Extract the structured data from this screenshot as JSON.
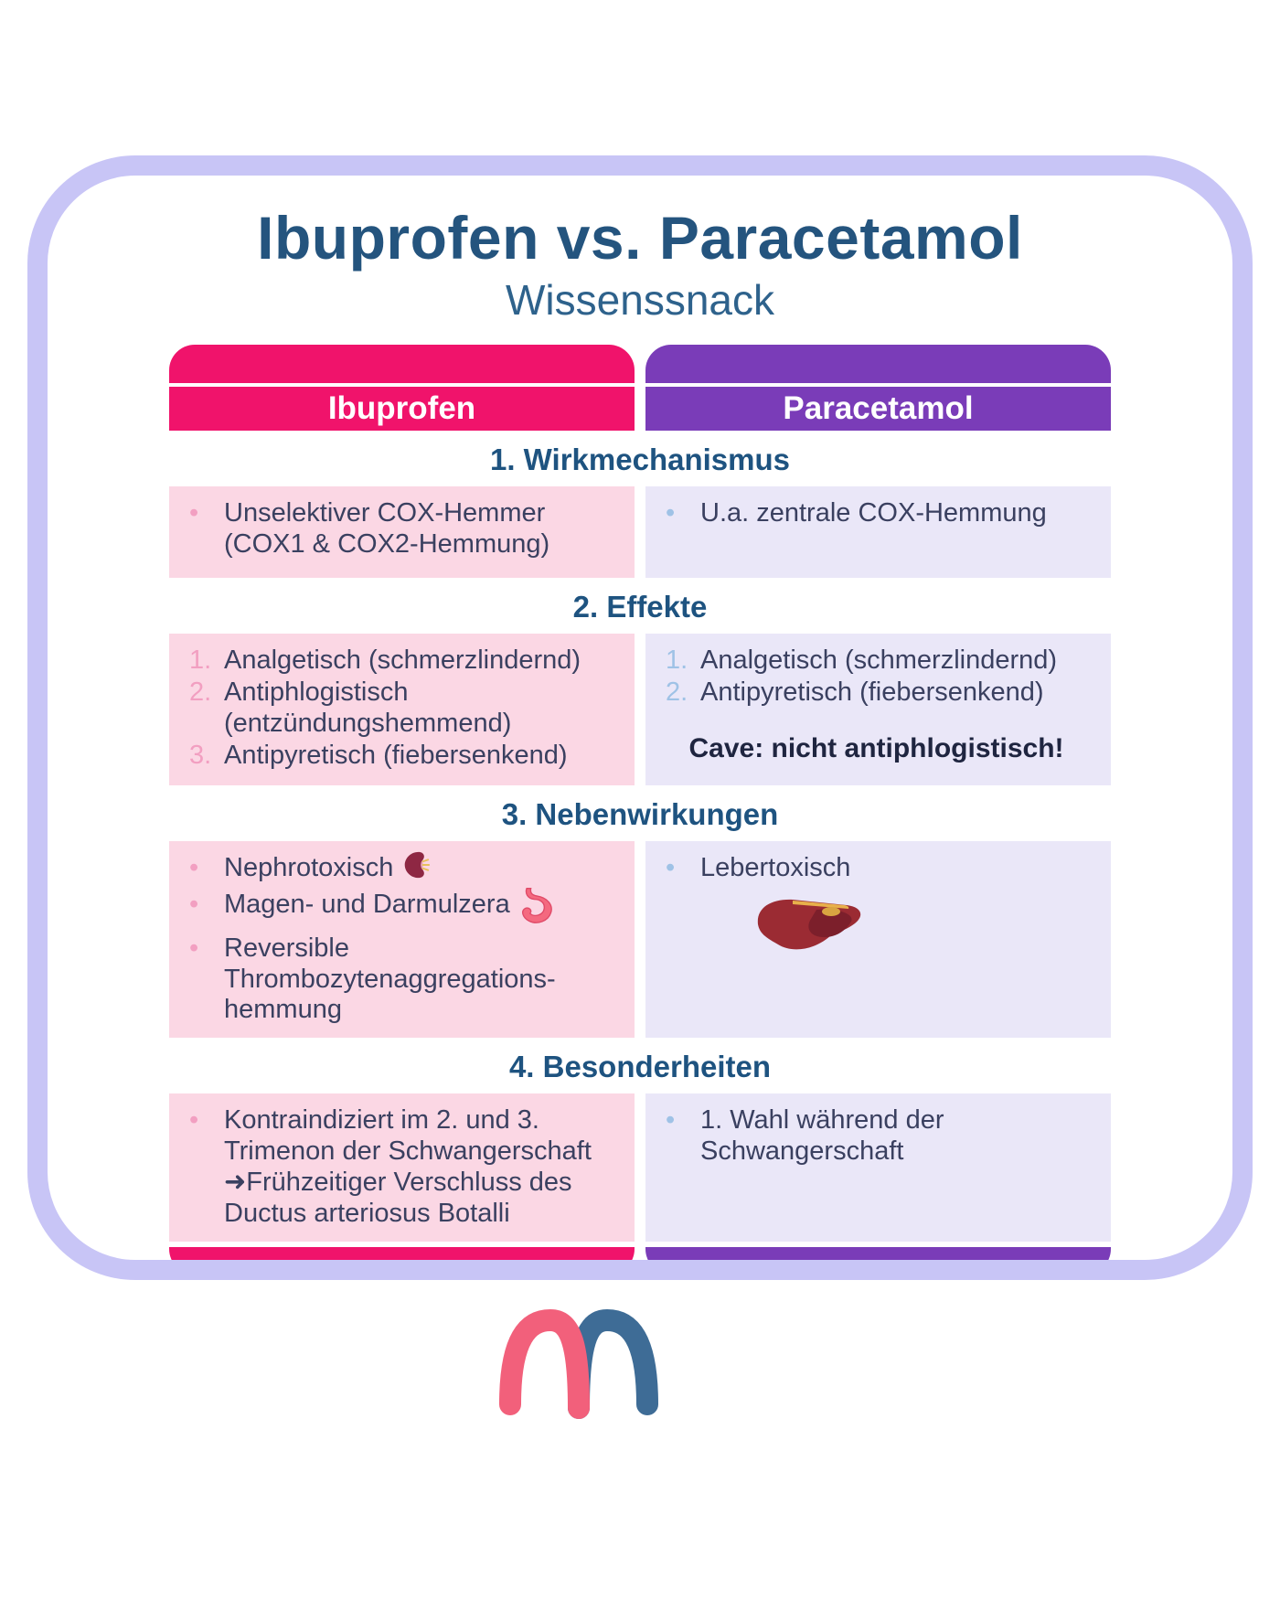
{
  "title": "Ibuprofen vs. Paracetamol",
  "subtitle": "Wissenssnack",
  "columns": {
    "left_header": "Ibuprofen",
    "right_header": "Paracetamol"
  },
  "sections": [
    {
      "title": "1. Wirkmechanismus",
      "left_items": [
        {
          "marker": "•",
          "text": "Unselektiver COX-Hemmer (COX1 & COX2-Hemmung)"
        }
      ],
      "right_items": [
        {
          "marker": "•",
          "text": "U.a. zentrale COX-Hemmung"
        }
      ]
    },
    {
      "title": "2. Effekte",
      "left_items": [
        {
          "marker": "1.",
          "text": "Analgetisch (schmerzlindernd)"
        },
        {
          "marker": "2.",
          "text": "Antiphlogistisch (entzündungshemmend)"
        },
        {
          "marker": "3.",
          "text": "Antipyretisch (fiebersenkend)"
        }
      ],
      "right_items": [
        {
          "marker": "1.",
          "text": "Analgetisch (schmerzlindernd)"
        },
        {
          "marker": "2.",
          "text": "Antipyretisch (fiebersenkend)"
        }
      ],
      "right_note": "Cave: nicht antiphlogistisch!"
    },
    {
      "title": "3. Nebenwirkungen",
      "left_items": [
        {
          "marker": "•",
          "text": "Nephrotoxisch",
          "icon": "kidney-icon"
        },
        {
          "marker": "•",
          "text": "Magen- und Darmulzera",
          "icon": "stomach-icon"
        },
        {
          "marker": "•",
          "text": "Reversible Thrombozytenaggregations-hemmung"
        }
      ],
      "right_items": [
        {
          "marker": "•",
          "text": "Lebertoxisch"
        }
      ],
      "right_icon": "liver-icon"
    },
    {
      "title": "4. Besonderheiten",
      "left_items": [
        {
          "marker": "•",
          "text": "Kontraindiziert im 2. und 3. Trimenon der Schwangerschaft ➜Frühzeitiger Verschluss des Ductus arteriosus Botalli"
        }
      ],
      "right_items": [
        {
          "marker": "•",
          "text": "1. Wahl während der Schwangerschaft"
        }
      ]
    }
  ],
  "colors": {
    "ibuprofen": "#F0136B",
    "paracetamol": "#7A3CB8",
    "ibuprofen_cell_bg": "#FBD7E4",
    "paracetamol_cell_bg": "#EAE7F8",
    "heading_blue": "#24547E",
    "card_border": "#C8C5F6",
    "body_text": "#3A4060",
    "logo_pink": "#F2607B",
    "logo_blue": "#3E6C96"
  }
}
